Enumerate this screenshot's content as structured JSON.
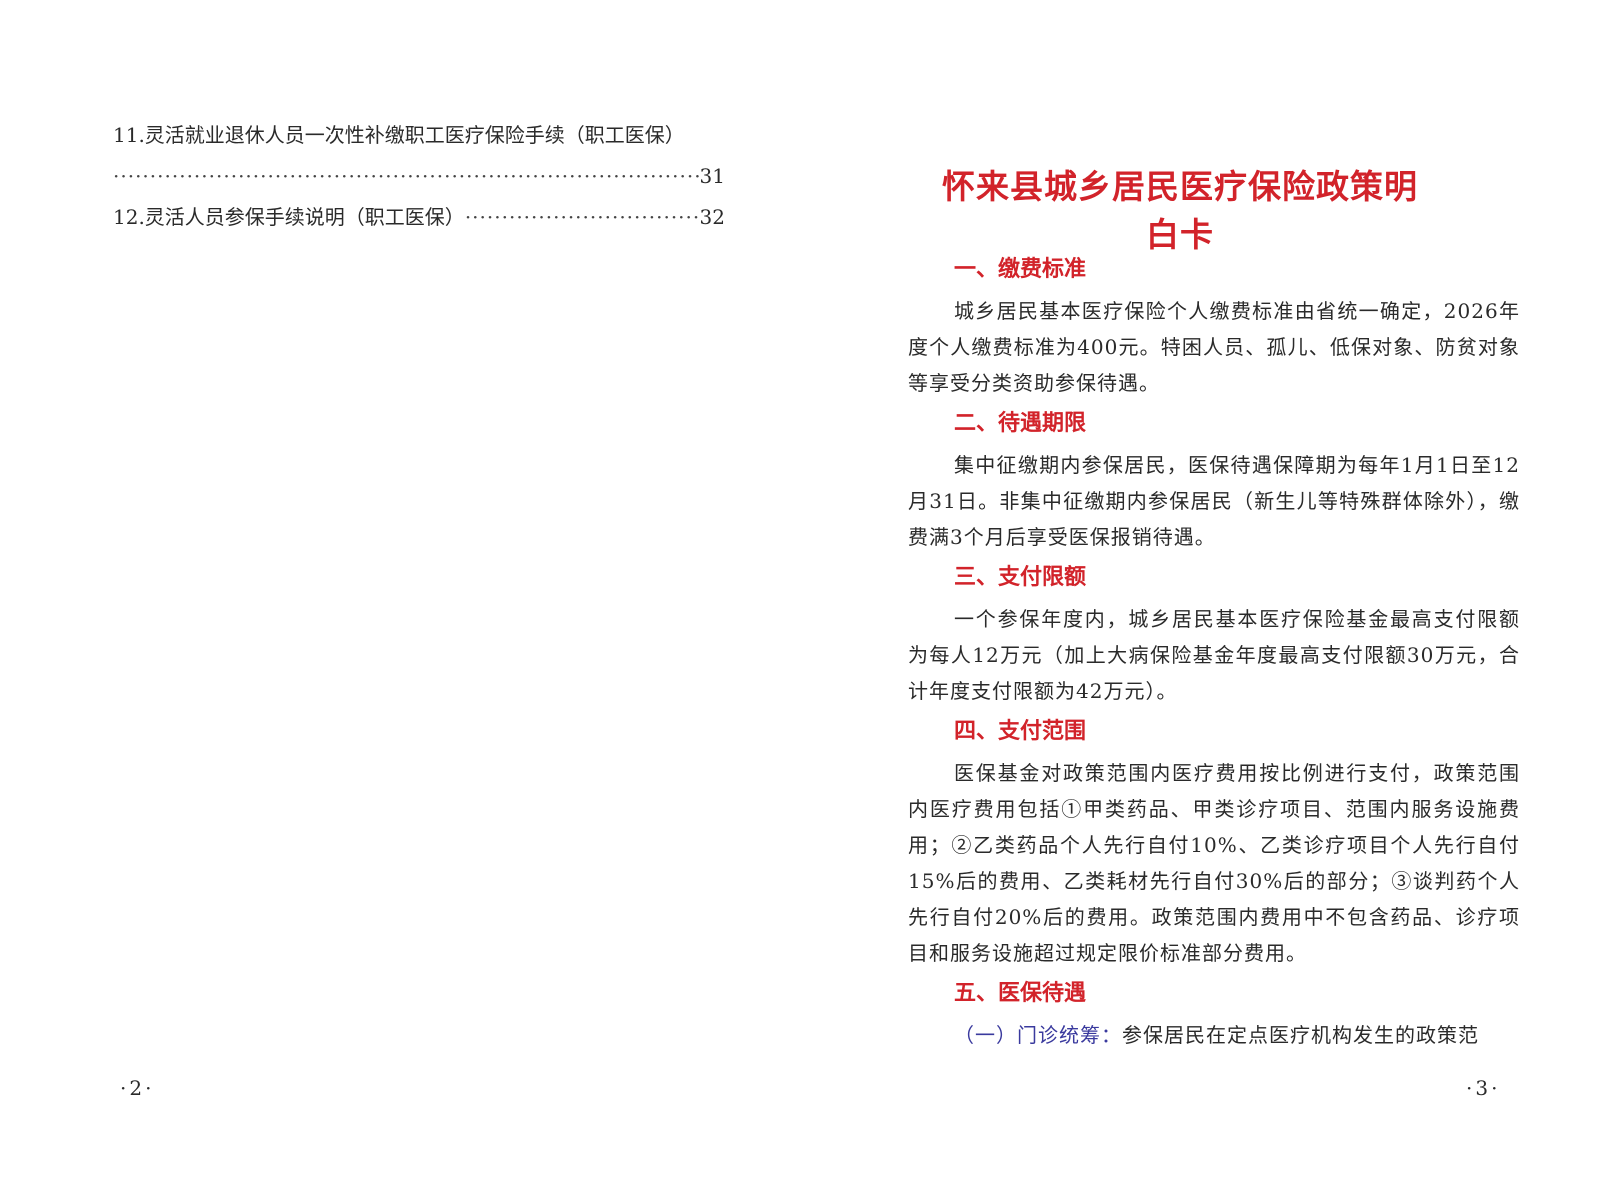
{
  "left_page": {
    "toc": {
      "item11_text": "11.灵活就业退休人员一次性补缴职工医疗保险手续（职工医保）",
      "item11_page": "31",
      "item12_text": "12.灵活人员参保手续说明（职工医保）",
      "item12_page": "32"
    },
    "page_number": "·2·"
  },
  "right_page": {
    "title": "怀来县城乡居民医疗保险政策明白卡",
    "sections": [
      {
        "heading": "一、缴费标准",
        "body": "城乡居民基本医疗保险个人缴费标准由省统一确定，2026年度个人缴费标准为400元。特困人员、孤儿、低保对象、防贫对象等享受分类资助参保待遇。"
      },
      {
        "heading": "二、待遇期限",
        "body": "集中征缴期内参保居民，医保待遇保障期为每年1月1日至12月31日。非集中征缴期内参保居民（新生儿等特殊群体除外），缴费满3个月后享受医保报销待遇。"
      },
      {
        "heading": "三、支付限额",
        "body": "一个参保年度内，城乡居民基本医疗保险基金最高支付限额为每人12万元（加上大病保险基金年度最高支付限额30万元，合计年度支付限额为42万元）。"
      },
      {
        "heading": "四、支付范围",
        "body": "医保基金对政策范围内医疗费用按比例进行支付，政策范围内医疗费用包括①甲类药品、甲类诊疗项目、范围内服务设施费用；②乙类药品个人先行自付10%、乙类诊疗项目个人先行自付15%后的费用、乙类耗材先行自付30%后的部分；③谈判药个人先行自付20%后的费用。政策范围内费用中不包含药品、诊疗项目和服务设施超过规定限价标准部分费用。"
      },
      {
        "heading": "五、医保待遇",
        "sub_label": "（一）门诊统筹：",
        "body": "参保居民在定点医疗机构发生的政策范"
      }
    ],
    "page_number": "·3·"
  }
}
